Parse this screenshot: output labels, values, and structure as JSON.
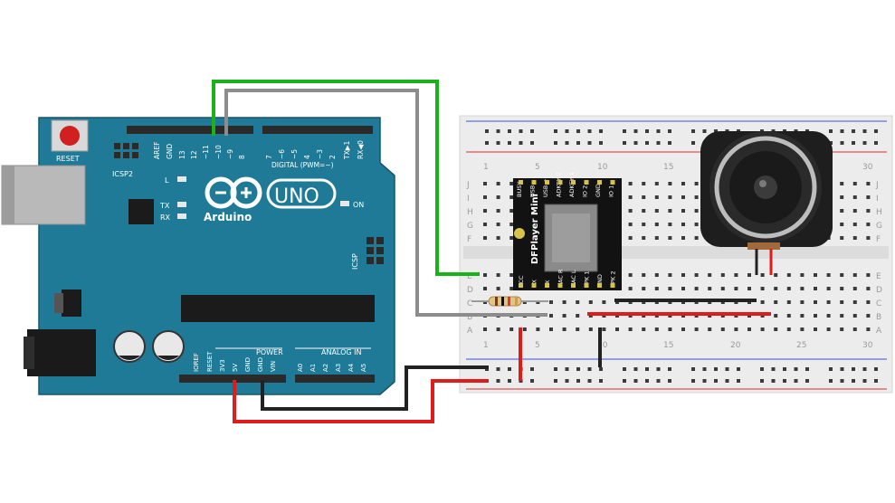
{
  "arduino": {
    "brand": "Arduino",
    "model": "UNO",
    "reset_label": "RESET",
    "icsp2_label": "ICSP2",
    "icsp_label": "ICSP",
    "l_led_label": "L",
    "tx_label": "TX",
    "rx_label": "RX",
    "on_label": "ON",
    "digital_label": "DIGITAL (PWM=~)",
    "power_label": "POWER",
    "analog_label": "ANALOG IN",
    "digital_pins": [
      "AREF",
      "GND",
      "13",
      "12",
      "~11",
      "~10",
      "~9",
      "8",
      "7",
      "~6",
      "~5",
      "4",
      "~3",
      "2",
      "TX▶1",
      "RX◀0"
    ],
    "power_pins": [
      "IOREF",
      "RESET",
      "3V3",
      "5V",
      "GND",
      "GND",
      "VIN"
    ],
    "analog_pins": [
      "A0",
      "A1",
      "A2",
      "A3",
      "A4",
      "A5"
    ],
    "colors": {
      "board": "#1f7a97",
      "dark": "#16566b",
      "header": "#2a2a2a"
    }
  },
  "breadboard": {
    "column_numbers": [
      "1",
      "5",
      "10",
      "15",
      "20",
      "25",
      "30"
    ],
    "row_letters_top": [
      "J",
      "I",
      "H",
      "G",
      "F"
    ],
    "row_letters_bottom": [
      "E",
      "D",
      "C",
      "B",
      "A"
    ]
  },
  "dfplayer": {
    "title": "DFPlayer Mini",
    "top_pins": [
      "BUSY",
      "USB -",
      "USB +",
      "ADKEY 2",
      "ADKEY 1",
      "IO 2",
      "GND",
      "IO 1"
    ],
    "bottom_pins": [
      "VCC",
      "RX",
      "TX",
      "DAC R",
      "DAC L",
      "SPK 1",
      "GND",
      "SPK 2"
    ]
  },
  "wires": {
    "green": "#19b319",
    "gray": "#8c8c8c",
    "black": "#222222",
    "red": "#e01b1b"
  }
}
